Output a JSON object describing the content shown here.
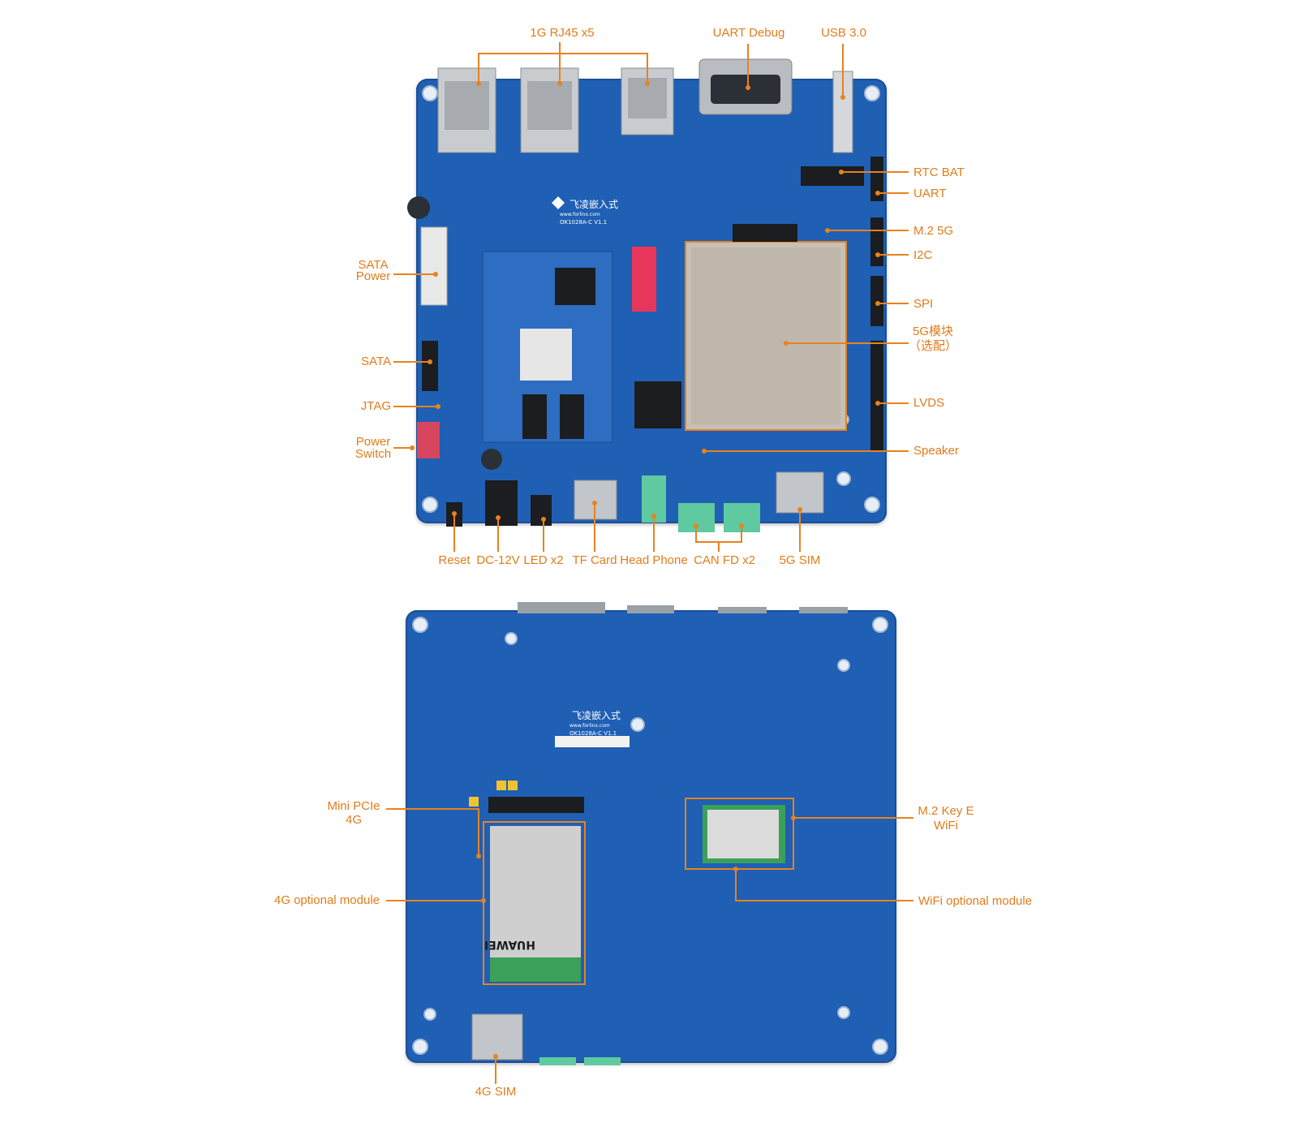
{
  "colors": {
    "label": "#e07c1c",
    "leader": "#e8821e",
    "pcb": "#1f5fb4",
    "pcb_dark": "#174a8e",
    "trace": "#3a7fd6",
    "metal": "#c9cccf",
    "connector_green": "#5fc9a0",
    "dip_red": "#e8365a",
    "chip": "#2b2f36"
  },
  "top_view": {
    "board_text": {
      "brand": "飞凌嵌入式",
      "url": "www.forlinx.com",
      "model": "OK1028A-C V1.1"
    },
    "callouts": {
      "rj45": "1G RJ45 x5",
      "uart_debug": "UART Debug",
      "usb30": "USB 3.0",
      "rtc_bat": "RTC BAT",
      "uart": "UART",
      "m2_5g": "M.2 5G",
      "i2c": "I2C",
      "spi": "SPI",
      "module_5g_line1": "5G模块",
      "module_5g_line2": "（选配）",
      "lvds": "LVDS",
      "speaker": "Speaker",
      "sata_power_line1": "SATA",
      "sata_power_line2": "Power",
      "sata": "SATA",
      "jtag": "JTAG",
      "power_switch_line1": "Power",
      "power_switch_line2": "Switch",
      "reset": "Reset",
      "dc12v": "DC-12V",
      "led": "LED x2",
      "tf_card": "TF Card",
      "head_phone": "Head Phone",
      "can_fd": "CAN FD x2",
      "sim_5g": "5G SIM"
    }
  },
  "bottom_view": {
    "board_text": {
      "brand": "飞凌嵌入式",
      "url": "www.forlinx.com",
      "model": "OK1028A-C V1.1"
    },
    "module_4g_text": "HUAWEI",
    "callouts": {
      "mini_pcie_line1": "Mini PCIe",
      "mini_pcie_line2": "4G",
      "module_4g": "4G optional module",
      "m2_keye_line1": "M.2 Key E",
      "m2_keye_line2": "WiFi",
      "wifi_module": "WiFi optional module",
      "sim_4g": "4G SIM"
    }
  }
}
